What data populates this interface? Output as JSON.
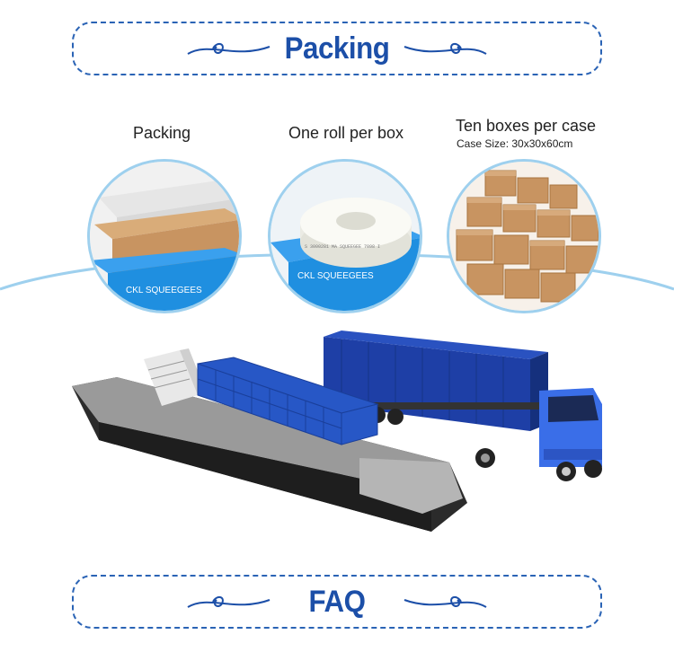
{
  "header": {
    "title": "Packing"
  },
  "steps": [
    {
      "label": "Packing"
    },
    {
      "label": "One roll per box"
    },
    {
      "label": "Ten boxes per case",
      "sub": "Case Size: 30x30x60cm"
    }
  ],
  "box_brand": "CKL SQUEEGEES",
  "roll_print": "S 3000281 MA  SQUEEGEE  7098 I",
  "footer": {
    "title": "FAQ"
  },
  "colors": {
    "accent": "#1c4fa8",
    "sky": "#9ed0ee",
    "box_blue": "#1f8fe0",
    "cardboard": "#c89461"
  }
}
